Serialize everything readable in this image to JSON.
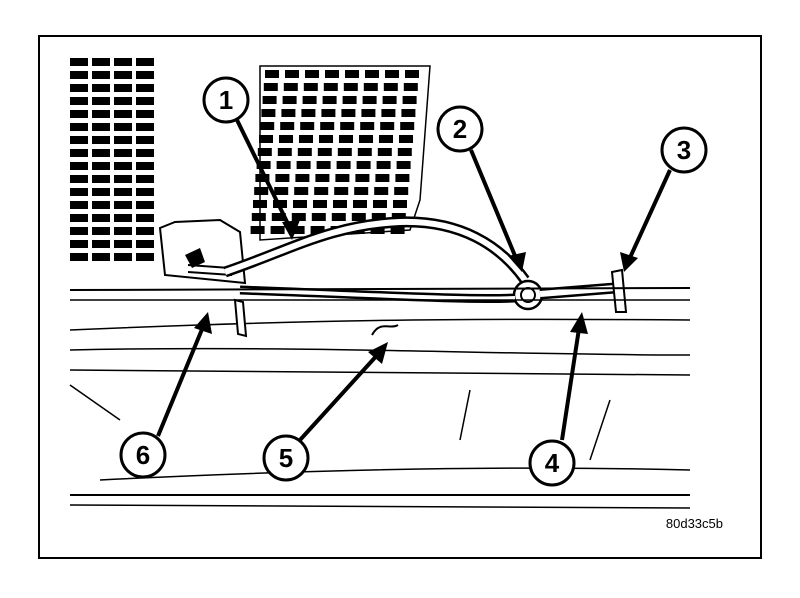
{
  "diagram": {
    "figure_code": "80d33c5b",
    "callouts": [
      {
        "label": "1"
      },
      {
        "label": "2"
      },
      {
        "label": "3"
      },
      {
        "label": "4"
      },
      {
        "label": "5"
      },
      {
        "label": "6"
      }
    ],
    "colors": {
      "ink": "#000000",
      "paper": "#ffffff"
    }
  }
}
